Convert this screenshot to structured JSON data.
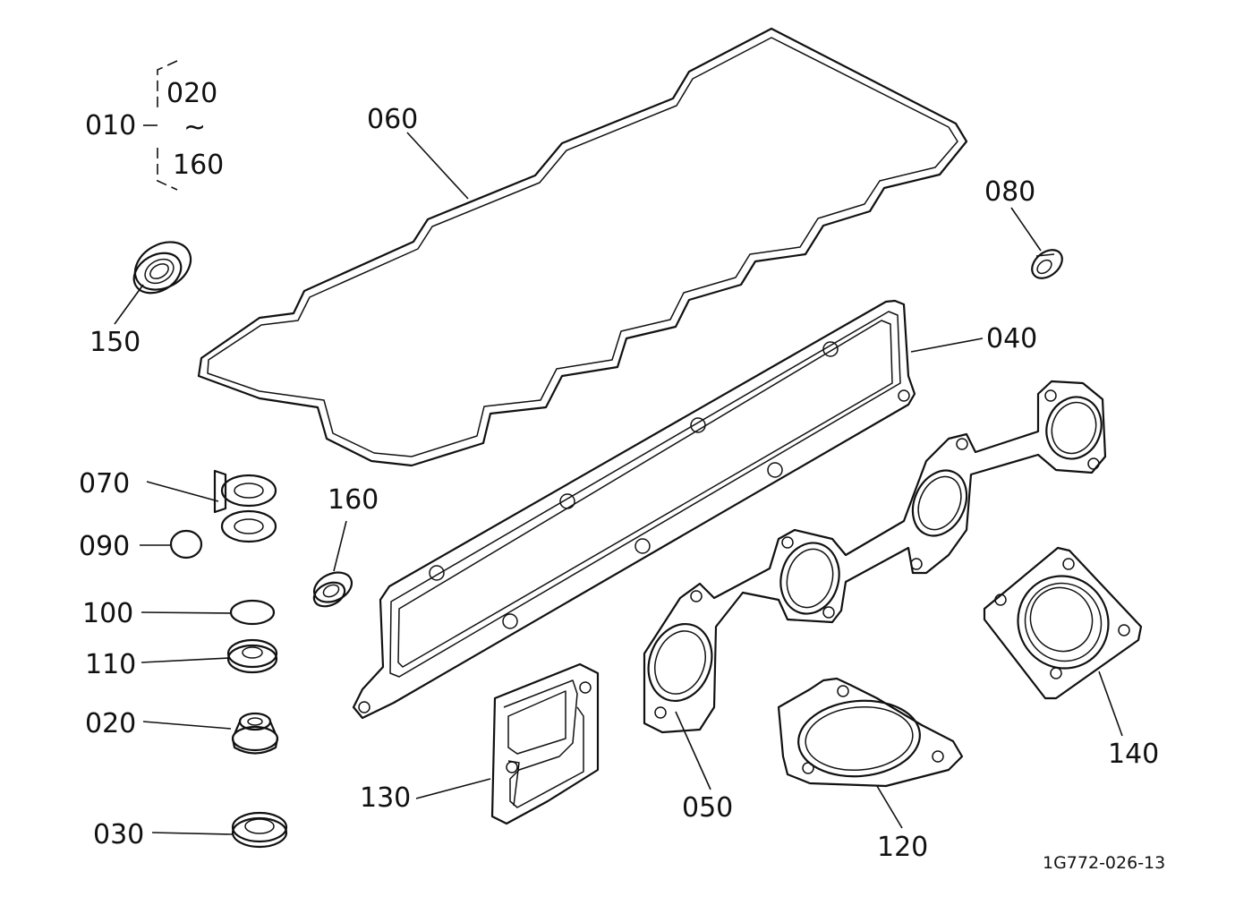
{
  "labels": {
    "p010": "010",
    "p020_range_start": "020",
    "range_sep": "~",
    "p160_range_end": "160",
    "p060": "060",
    "p080": "080",
    "p150": "150",
    "p040": "040",
    "p070": "070",
    "p160": "160",
    "p090": "090",
    "p100": "100",
    "p110": "110",
    "p020": "020",
    "p030": "030",
    "p130": "130",
    "p050": "050",
    "p120": "120",
    "p140": "140"
  },
  "reference": "1G772-026-13"
}
